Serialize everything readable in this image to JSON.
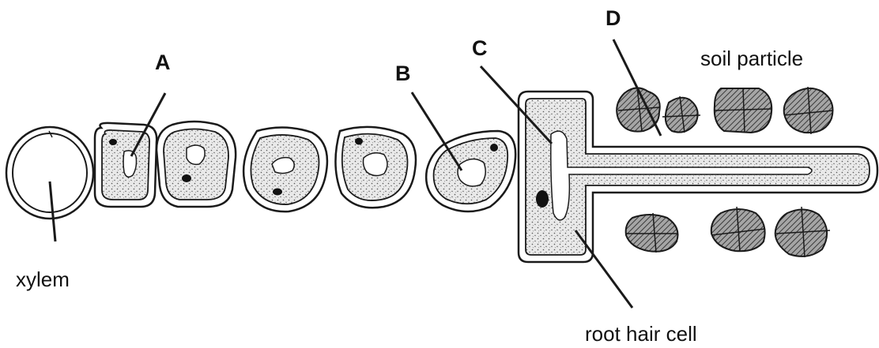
{
  "labels": {
    "a": "A",
    "b": "B",
    "c": "C",
    "d": "D",
    "xylem": "xylem",
    "soil_particle": "soil particle",
    "root_hair_cell": "root hair cell"
  },
  "colors": {
    "outline": "#1a1a1a",
    "cytoplasm_stipple": "#555555",
    "soil_fill": "#8a8a8a",
    "background": "#ffffff"
  }
}
